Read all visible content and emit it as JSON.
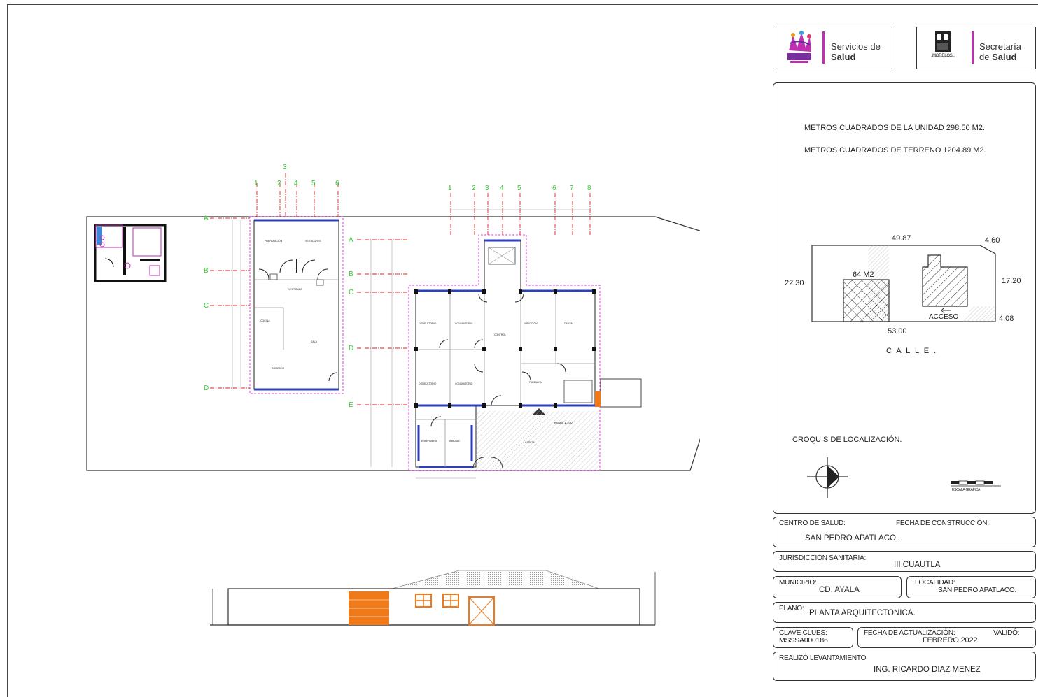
{
  "logos": {
    "left": {
      "line1": "Servicios de",
      "line2": "Salud"
    },
    "right": {
      "line1": "Secretaría",
      "line2": "de Salud",
      "emblem": "MORELOS"
    }
  },
  "info": {
    "unit_area": "METROS CUADRADOS DE LA UNIDAD 298.50 M2.",
    "land_area": "METROS CUADRADOS DE TERRENO 1204.89 M2."
  },
  "site": {
    "top": "49.87",
    "top_right": "4.60",
    "left": "22.30",
    "right": "17.20",
    "bottom_right": "4.08",
    "bottom": "53.00",
    "hatch_label": "64  M2",
    "access": "ACCESO",
    "street": "C A L L E ."
  },
  "croquis": "CROQUIS DE LOCALIZACIÓN.",
  "scale_label": "ESCALA GRAFICA",
  "plan": {
    "grid_left_cols": [
      "1",
      "2",
      "3",
      "4",
      "5",
      "6"
    ],
    "grid_left_rows": [
      "A",
      "B",
      "C",
      "D"
    ],
    "grid_right_cols": [
      "1",
      "2",
      "3",
      "4",
      "5",
      "6",
      "7",
      "8"
    ],
    "grid_right_rows": [
      "A",
      "B",
      "C",
      "D",
      "E"
    ],
    "scale_note": "escala 1:100"
  },
  "title_block": {
    "centro_label": "CENTRO DE SALUD:",
    "centro_value": "SAN PEDRO APATLACO.",
    "fecha_const_label": "FECHA DE CONSTRUCCIÓN:",
    "jurisdiccion_label": "JURISDICCIÓN SANITARIA:",
    "jurisdiccion_value": "III CUAUTLA",
    "municipio_label": "MUNICIPIO:",
    "municipio_value": "CD. AYALA",
    "localidad_label": "LOCALIDAD:",
    "localidad_value": "SAN PEDRO APATLACO.",
    "plano_label": "PLANO:",
    "plano_value": "PLANTA ARQUITECTONICA.",
    "clave_label": "CLAVE CLUES:",
    "clave_value": "MSSSA000186",
    "fecha_act_label": "FECHA DE ACTUALIZACIÓN:",
    "fecha_act_value": "FEBRERO 2022",
    "valido_label": "VALIDÓ:",
    "realizo_label": "REALIZÓ LEVANTAMIENTO:",
    "realizo_value": "ING. RICARDO DIAZ MENEZ"
  },
  "colors": {
    "accent": "#c02fb0",
    "grid": "#e02020",
    "axis": "#2ecc2e",
    "wall": "#2b3fb8",
    "orange": "#f07a1a"
  }
}
